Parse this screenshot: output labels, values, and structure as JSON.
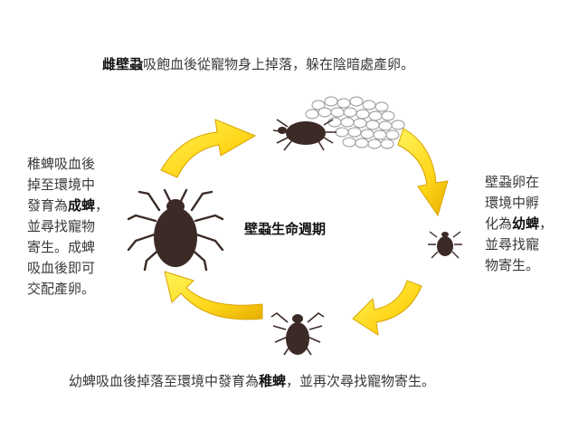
{
  "title_caption": {
    "bold": "雌壁蝨",
    "rest": "吸飽血後從寵物身上掉落，躲在陰暗處產卵。"
  },
  "center_label": "壁蝨生命週期",
  "right_caption": {
    "line1": "壁蝨卵在",
    "line2": "環境中孵",
    "line3_pre": "化為",
    "line3_bold": "幼蜱",
    "line3_post": "，",
    "line4": "並尋找寵",
    "line5": "物寄生。"
  },
  "bottom_caption": {
    "pre": "幼蜱吸血後掉落至環境中發育為",
    "bold": "稚蜱",
    "post": "，並再次尋找寵物寄生。"
  },
  "left_caption": {
    "line1": "稚蜱吸血後",
    "line2": "掉至環境中",
    "line3_pre": "發育為",
    "line3_bold": "成蜱",
    "line3_post": "，",
    "line4": "並尋找寵物",
    "line5": "寄生。成蜱",
    "line6": "吸血後即可",
    "line7": "交配產卵。"
  },
  "colors": {
    "arrow_light": "#fff45a",
    "arrow_dark": "#e6ad00",
    "tick_body": "#3b2a26",
    "egg_stroke": "#999999"
  }
}
